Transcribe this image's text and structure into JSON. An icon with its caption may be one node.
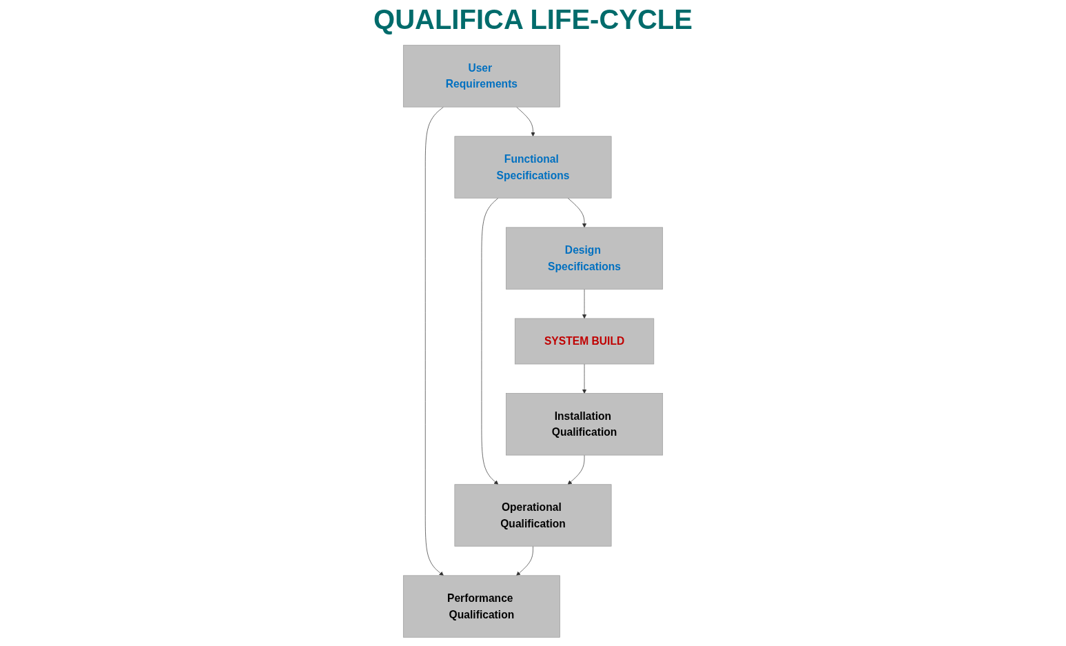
{
  "diagram": {
    "title": "QUALIFICA LIFE-CYCLE",
    "nodes": [
      {
        "text": [
          "User Requirements"
        ]
      },
      {
        "text": [
          "Performance Qualification"
        ]
      },
      {
        "text": [
          "Functional Specifications"
        ]
      },
      {
        "text": [
          "Operational Qualification"
        ]
      },
      {
        "text": [
          "Design Specifications"
        ]
      },
      {
        "text": [
          "Installation Qualification"
        ]
      },
      {
        "text": [
          "SYSTEM BUILD"
        ]
      }
    ],
    "edges": [
      {
        "from": 0,
        "to": 1,
        "arrow": "to"
      },
      {
        "from": 0,
        "to": 2,
        "arrow": "to"
      },
      {
        "from": 2,
        "to": 3,
        "arrow": "to"
      },
      {
        "from": 2,
        "to": 4,
        "arrow": "to"
      },
      {
        "from": 3,
        "to": 1,
        "arrow": "to"
      },
      {
        "from": 4,
        "to": 6,
        "arrow": "to"
      },
      {
        "from": 5,
        "to": 3,
        "arrow": "to"
      },
      {
        "from": 6,
        "to": 5,
        "arrow": "to"
      }
    ]
  }
}
